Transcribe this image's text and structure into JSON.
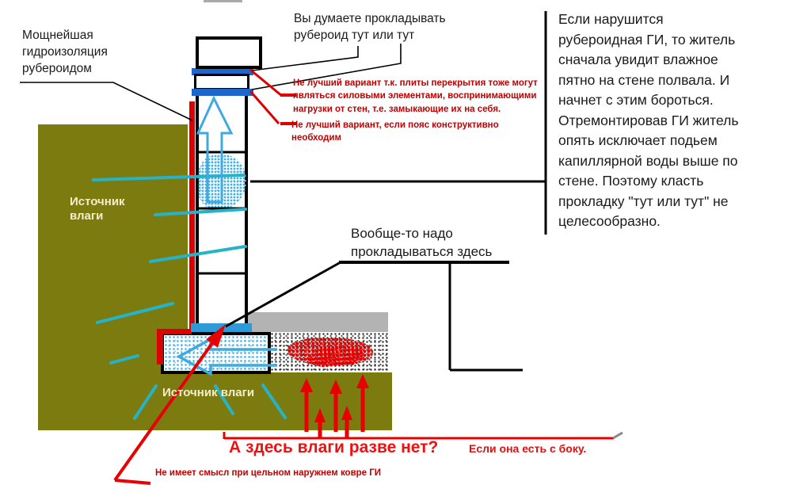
{
  "labels": {
    "top_left": "Мощнейшая\nгидроизоляция\nрубероидом",
    "top_center": "Вы думаете прокладывать\nрубероид тут или тут",
    "red_note1": "Не лучший вариант т.к. плиты перекрытия тоже могут\nявляться силовыми элементами, воспринимающими\nнагрузки от стен, т.е. замыкающие их на себя.",
    "red_note2": "Не лучший вариант, если пояс конструктивно\nнеобходим",
    "right_paragraph": "Если нарушится\nрубероидная ГИ, то житель\nсначала увидит влажное\nпятно на стене полвала. И\nначнет с этим бороться.\nОтремонтировав ГИ житель\nопять исключает подьем\nкапиллярной воды выше по\nстене. Поэтому класть\nпрокладку \"тут или тут\" не\nцелесообразно.",
    "middle_note": "Вообще-то надо\nпрокладываться здесь",
    "source_left": "Источник\nвлаги",
    "source_bottom": "Источник влаги",
    "big_red_question": "А здесь влаги разве нет?",
    "red_side_note": "Если она есть с боку.",
    "red_bottom_note": "Не имеет смысл при цельном наружнем ковре ГИ"
  },
  "colors": {
    "soil_olive": "#7b7b10",
    "membrane_red": "#dd0000",
    "belt_band_blue": "#1c66cc",
    "base_band_blue": "#2e9ad6",
    "moisture_cyan": "#26b3c7",
    "arrow_blue": "#3fa9e0",
    "slab_gray": "#b3b3b3",
    "soil_label_cream": "#f3eec9",
    "annotation_red": "#c00000",
    "question_red": "#ee1111"
  }
}
